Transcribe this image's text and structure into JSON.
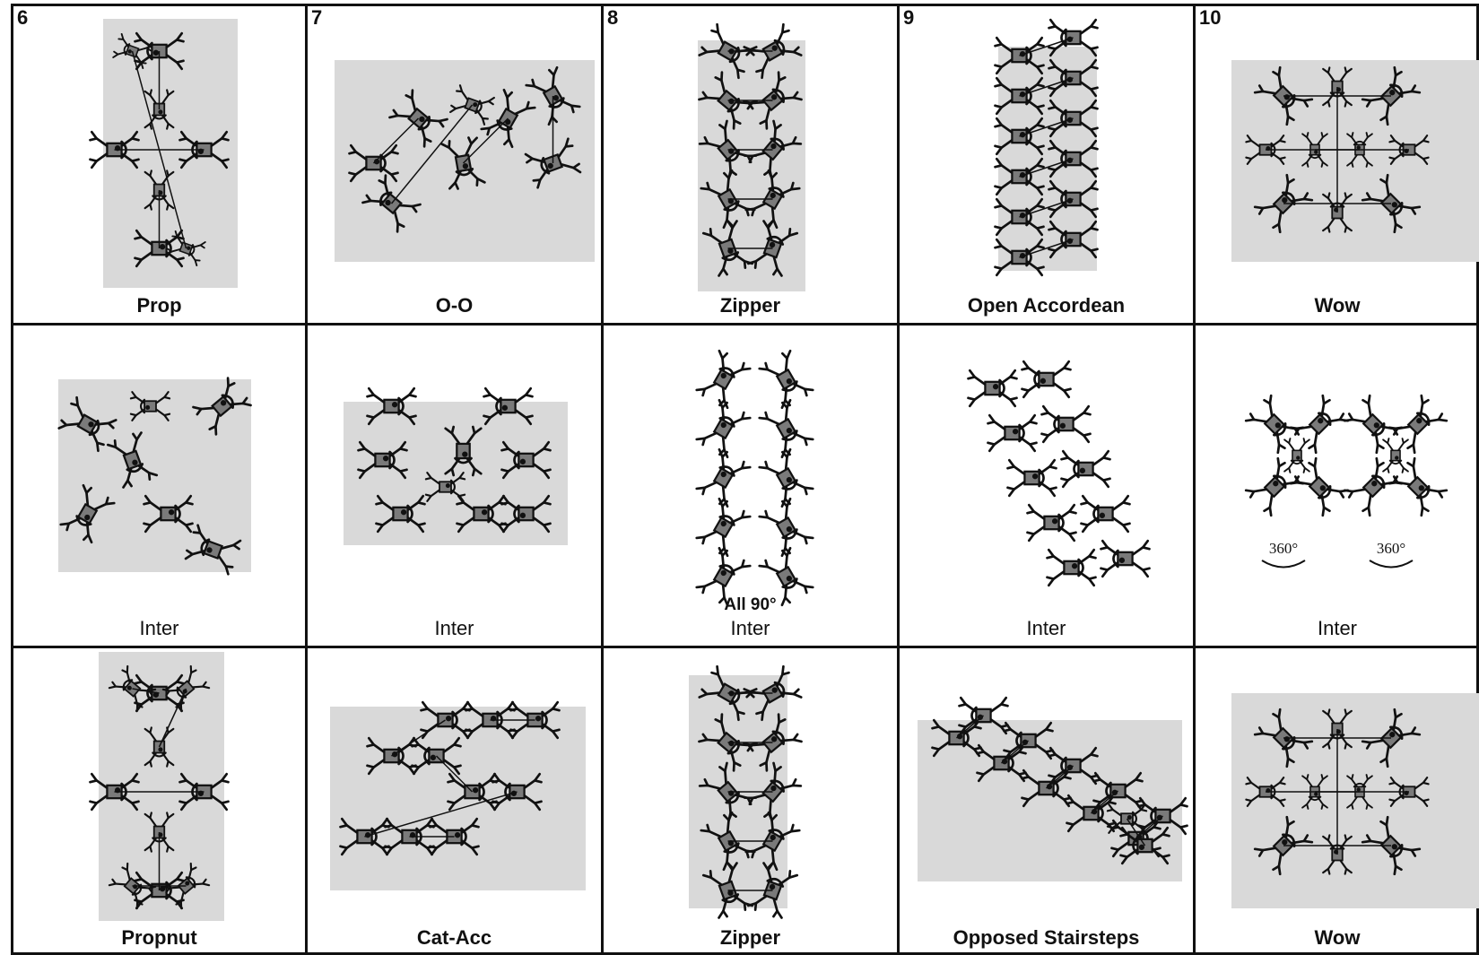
{
  "columns": [
    {
      "number": "6"
    },
    {
      "number": "7"
    },
    {
      "number": "8"
    },
    {
      "number": "9"
    },
    {
      "number": "10"
    }
  ],
  "rows": [
    {
      "labels": [
        "Prop",
        "O-O",
        "Zipper",
        "Open Accordean",
        "Wow"
      ]
    },
    {
      "labels": [
        "Inter",
        "Inter",
        "Inter",
        "Inter",
        "Inter"
      ]
    },
    {
      "labels": [
        "Propnut",
        "Cat-Acc",
        "Zipper",
        "Opposed Stairsteps",
        "Wow"
      ]
    }
  ],
  "annotations": {
    "all_90": "All 90°",
    "rotation_left": "360°",
    "rotation_right": "360°"
  },
  "colors": {
    "border": "#111111",
    "shading": "#d9d9d9",
    "ink": "#111111",
    "body_fill": "#7a7a7a"
  }
}
